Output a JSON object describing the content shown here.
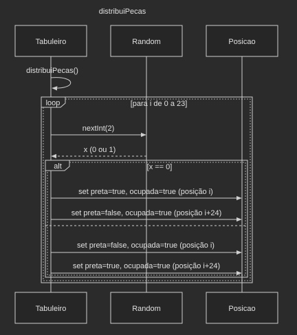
{
  "title": "distribuiPecas",
  "participants": [
    {
      "id": "tabuleiro",
      "label": "Tabuleiro"
    },
    {
      "id": "random",
      "label": "Random"
    },
    {
      "id": "posicao",
      "label": "Posicao"
    }
  ],
  "self_call": {
    "label": "distribuiPecas()"
  },
  "loop": {
    "keyword": "loop",
    "guard": "[para i de 0 a 23]"
  },
  "loop_messages": [
    {
      "label": "nextInt(2)",
      "from": "tabuleiro",
      "to": "random",
      "style": "solid"
    },
    {
      "label": "x (0 ou 1)",
      "from": "random",
      "to": "tabuleiro",
      "style": "dashed"
    }
  ],
  "alt": {
    "keyword": "alt",
    "guard": "[x == 0]"
  },
  "alt_branch_1": [
    {
      "label": "set preta=true, ocupada=true (posição i)",
      "from": "tabuleiro",
      "to": "posicao"
    },
    {
      "label": "set preta=false, ocupada=true (posição i+24)",
      "from": "tabuleiro",
      "to": "posicao"
    }
  ],
  "alt_branch_2": [
    {
      "label": "set preta=false, ocupada=true (posição i)",
      "from": "tabuleiro",
      "to": "posicao"
    },
    {
      "label": "set preta=true, ocupada=true (posição i+24)",
      "from": "tabuleiro",
      "to": "posicao"
    }
  ],
  "colors": {
    "background": "#2b2b2b",
    "box_fill": "#262626",
    "line": "#cfcfcf",
    "text": "#e0e0e0"
  }
}
